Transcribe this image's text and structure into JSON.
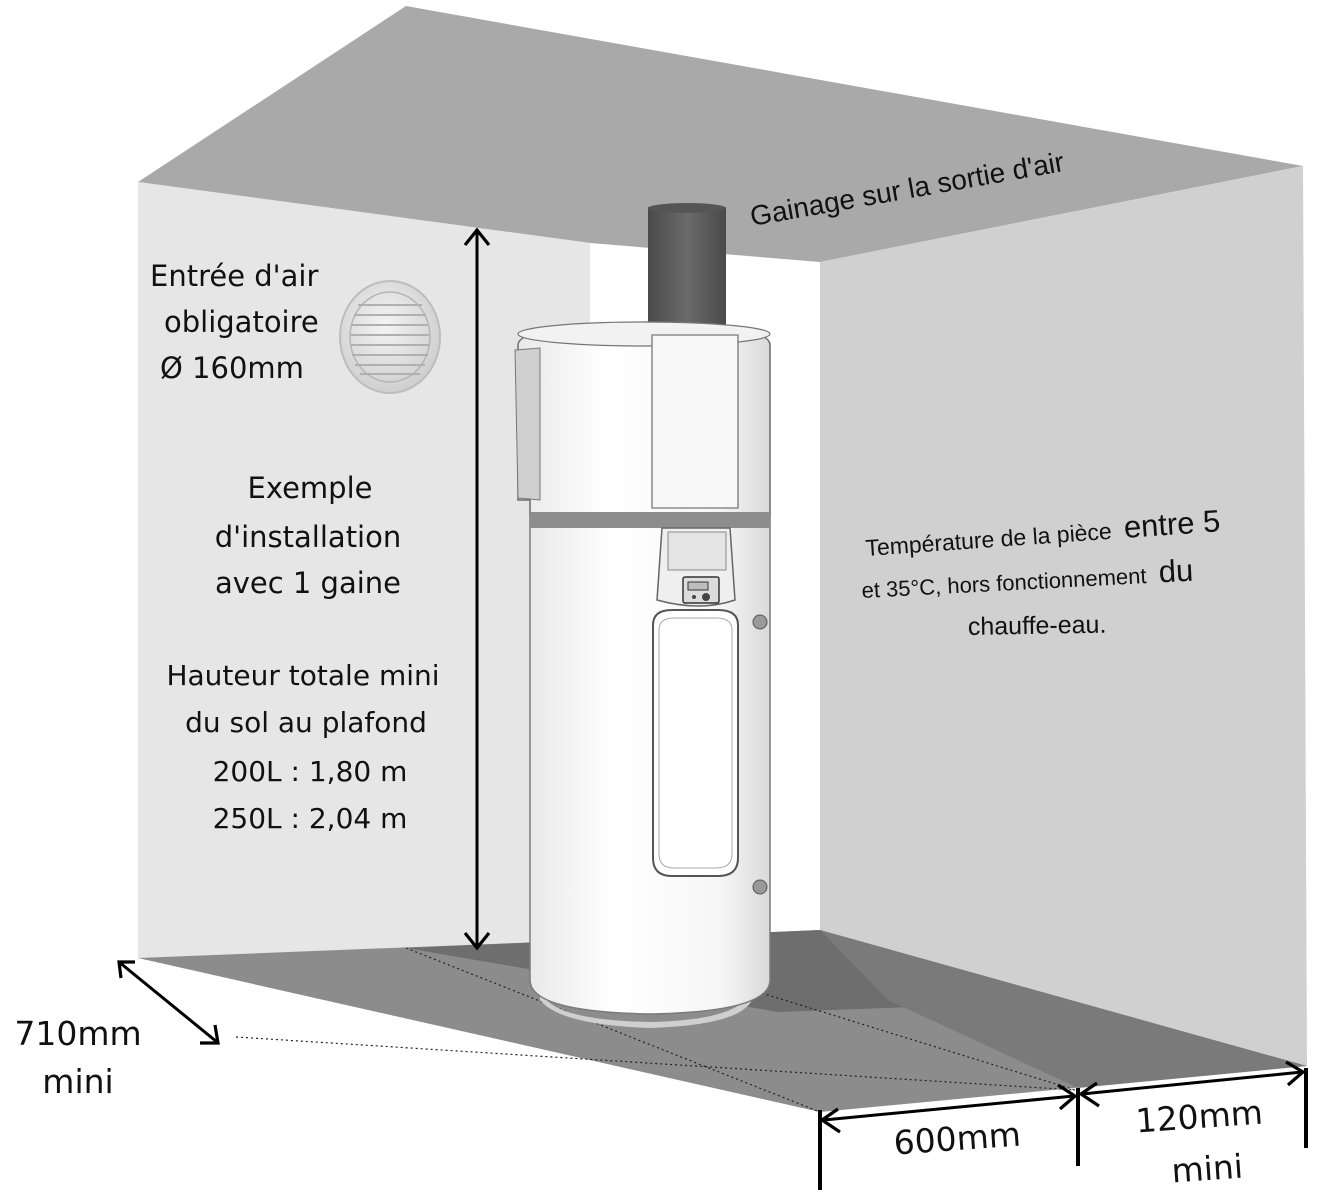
{
  "labels": {
    "air_outlet": "Gainage sur la sortie d'air",
    "air_inlet_1": "Entrée d'air",
    "air_inlet_2": "obligatoire",
    "air_inlet_3": "Ø 160mm",
    "example_1": "Exemple",
    "example_2": "d'installation",
    "example_3": "avec 1 gaine",
    "height_1": "Hauteur totale mini",
    "height_2": "du sol au plafond",
    "height_200": "200L : 1,80 m",
    "height_250": "250L : 2,04 m",
    "temp_1a": "Température de la pièce",
    "temp_1b": "entre 5",
    "temp_2a": "et 35°C, hors fonctionnement",
    "temp_2b": "du",
    "temp_3": "chauffe-eau.",
    "depth_1": "710mm",
    "depth_2": "mini",
    "width_main": "600mm",
    "side_1": "120mm",
    "side_2": "mini"
  },
  "colors": {
    "ceiling": "#a9a9a9",
    "left_wall": "#e6e6e6",
    "right_wall": "#d0d0d0",
    "floor": "#8c8c8c",
    "floor_dark": "#696969",
    "duct": "#5a5a5a",
    "heater": "#fafafa"
  },
  "icons": {
    "vent": "air-inlet-grille-icon",
    "heater": "water-heater-icon"
  }
}
